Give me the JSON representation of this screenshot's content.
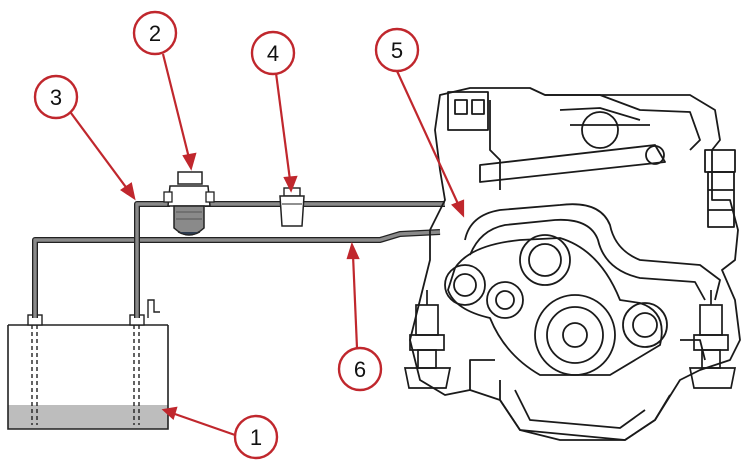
{
  "colors": {
    "callout_circle": "#c0272d",
    "pipe": "#7a7a7a",
    "fuel_fill": "#bdbdbd",
    "engine_line": "#1a1a1a"
  },
  "callouts": [
    {
      "number": "1",
      "target": "fuel-tank"
    },
    {
      "number": "2",
      "target": "fuel-filter"
    },
    {
      "number": "3",
      "target": "fuel-supply-line"
    },
    {
      "number": "4",
      "target": "inline-filter"
    },
    {
      "number": "5",
      "target": "engine-fuel-inlet"
    },
    {
      "number": "6",
      "target": "fuel-return-line"
    }
  ]
}
